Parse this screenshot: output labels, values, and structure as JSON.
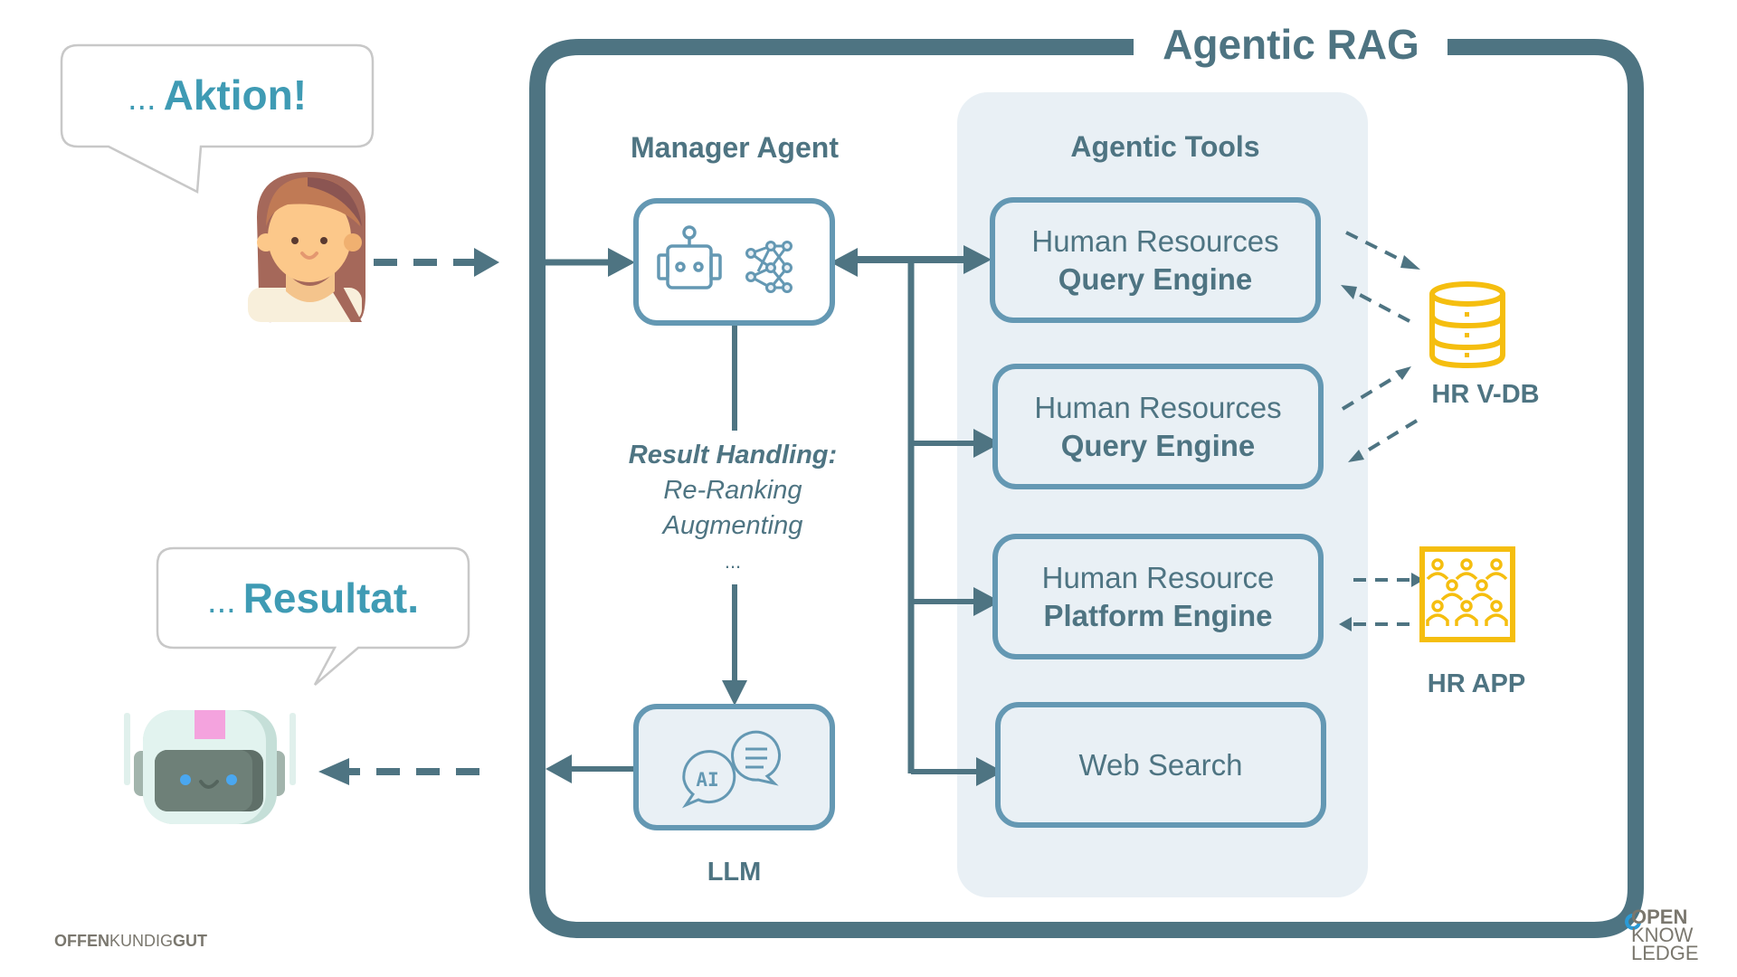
{
  "diagram": {
    "title": "Agentic RAG",
    "user_bubble": {
      "prefix": "...",
      "text": "Aktion!"
    },
    "bot_bubble": {
      "prefix": "...",
      "text": "Resultat."
    },
    "manager_agent": {
      "label": "Manager Agent"
    },
    "agentic_tools": {
      "label": "Agentic Tools"
    },
    "tools": [
      {
        "line1": "Human Resources",
        "line2": "Query Engine"
      },
      {
        "line1": "Human Resources",
        "line2": "Query Engine"
      },
      {
        "line1": "Human Resource",
        "line2": "Platform Engine"
      },
      {
        "line1": "Web Search",
        "line2": ""
      }
    ],
    "result_handling": {
      "heading": "Result Handling:",
      "items": [
        "Re-Ranking",
        "Augmenting",
        "..."
      ]
    },
    "llm": {
      "label": "LLM",
      "icon_text": "AI"
    },
    "external": {
      "vector_db": {
        "label": "HR V-DB"
      },
      "app": {
        "label": "HR APP"
      }
    },
    "colors": {
      "frame": "#4e7482",
      "node_border": "#6498b3",
      "node_fill": "#e9f0f5",
      "accent_text": "#3f9bb4",
      "external_icon": "#f5be0f"
    }
  },
  "footer": {
    "left_logo": {
      "part1": "OFFEN",
      "part2": "KUNDIG",
      "part3": "GUT"
    },
    "right_logo": {
      "line1": "OPEN",
      "line2": "KNOW",
      "line3": "LEDGE"
    }
  }
}
